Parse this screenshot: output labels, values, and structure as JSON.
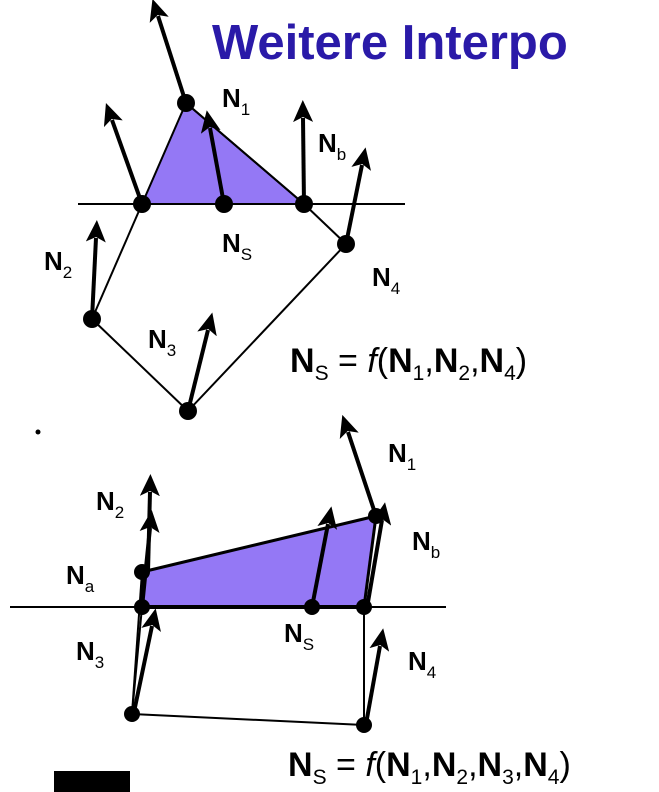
{
  "title": "Weitere Interpo",
  "diagram_top": {
    "normals": {
      "n1": "N",
      "n1_sub": "1",
      "nb": "N",
      "nb_sub": "b",
      "ns": "N",
      "ns_sub": "S",
      "n2": "N",
      "n2_sub": "2",
      "n4": "N",
      "n4_sub": "4",
      "n3": "N",
      "n3_sub": "3"
    },
    "equation": {
      "lhs": "N",
      "lhs_sub": "S",
      "eq": " = ",
      "f": "f",
      "open": "(",
      "a": "N",
      "a_sub": "1",
      "c1": ",",
      "b": "N",
      "b_sub": "2",
      "c2": ",",
      "c": "N",
      "c_sub": "4",
      "close": ")"
    }
  },
  "diagram_bottom": {
    "normals": {
      "n1": "N",
      "n1_sub": "1",
      "n2": "N",
      "n2_sub": "2",
      "nb": "N",
      "nb_sub": "b",
      "na": "N",
      "na_sub": "a",
      "ns": "N",
      "ns_sub": "S",
      "n3": "N",
      "n3_sub": "3",
      "n4": "N",
      "n4_sub": "4"
    },
    "equation": {
      "lhs": "N",
      "lhs_sub": "S",
      "eq": " = ",
      "f": "f",
      "open": "(",
      "a": "N",
      "a_sub": "1",
      "c1": ",",
      "b": "N",
      "b_sub": "2",
      "c2": ",",
      "c": "N",
      "c_sub": "3",
      "c3": ",",
      "d": "N",
      "d_sub": "4",
      "close": ")"
    }
  },
  "colors": {
    "title": "#2a1aa8",
    "fill": "#9478f5",
    "stroke": "#000000"
  }
}
